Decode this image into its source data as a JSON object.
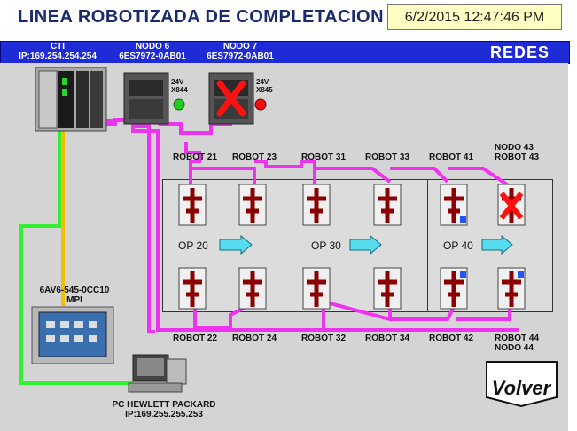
{
  "header": {
    "title": "LINEA ROBOTIZADA DE COMPLETACION",
    "datetime": "6/2/2015 12:47:46 PM",
    "network_label": "REDES",
    "cti_name": "CTI",
    "cti_ip": "IP:169.254.254.254",
    "node6_name": "NODO 6",
    "node6_part": "6ES7972-0AB01",
    "node7_name": "NODO 7",
    "node7_part": "6ES7972-0AB01"
  },
  "modules": {
    "node6_voltage": "24V",
    "node6_code": "X844",
    "node7_voltage": "24V",
    "node7_code": "X845"
  },
  "robots": {
    "r21": "ROBOT 21",
    "r23": "ROBOT 23",
    "r31": "ROBOT 31",
    "r33": "ROBOT 33",
    "r41": "ROBOT 41",
    "r43_node": "NODO 43",
    "r43": "ROBOT 43",
    "r22": "ROBOT 22",
    "r24": "ROBOT 24",
    "r32": "ROBOT 32",
    "r34": "ROBOT 34",
    "r42": "ROBOT 42",
    "r44": "ROBOT 44",
    "r44_node": "NODO 44"
  },
  "operations": {
    "op20": "OP 20",
    "op30": "OP 30",
    "op40": "OP 40"
  },
  "panel": {
    "model": "6AV6-545-0CC10",
    "protocol": "MPI"
  },
  "pc": {
    "name": "PC HEWLETT PACKARD",
    "ip": "IP:169.255.255.253"
  },
  "buttons": {
    "back": "Volver"
  },
  "colors": {
    "network_line": "#ee33ee",
    "mpi_line": "#33ee33",
    "profibus_line": "#f0c000",
    "header_bar": "#1f2bd6",
    "fault": "#ff0000",
    "ok": "#22cc22"
  }
}
